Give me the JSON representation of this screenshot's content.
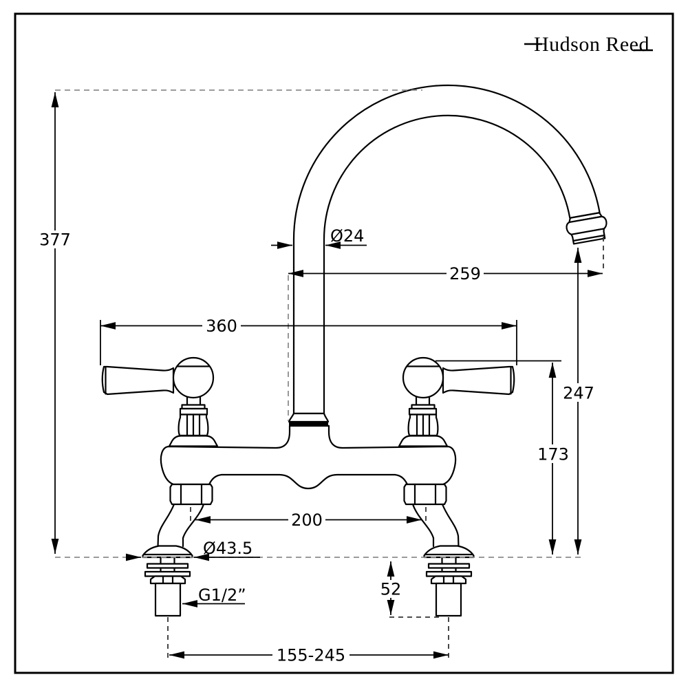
{
  "brand": {
    "logo_text": "Hudson Reed"
  },
  "drawing": {
    "type": "technical dimension drawing",
    "subject": "bridge kitchen mixer tap with swan-neck spout, lever handles and deck-mounted inlet tails",
    "units": "mm"
  },
  "labels": {
    "overall_height": "377",
    "handle_span": "360",
    "spout_diameter": "Ø24",
    "spout_reach": "259",
    "spout_outlet_height": "247",
    "handle_top_height": "173",
    "inlet_centres": "200",
    "flange_diameter": "Ø43.5",
    "inlet_thread": "G1/2”",
    "below_deck_length": "52",
    "tail_centres_range": "155-245"
  }
}
